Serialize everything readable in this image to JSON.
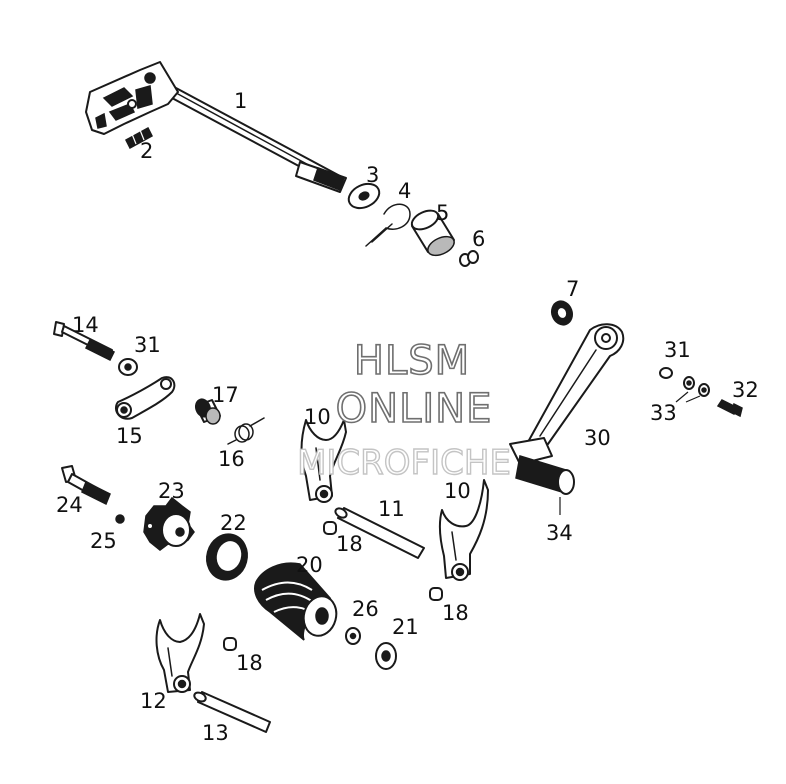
{
  "watermark": {
    "line1": "HLSM",
    "line2": "ONLINE",
    "line3": "MICROFICHE"
  },
  "callouts": [
    {
      "id": "1",
      "label": "1"
    },
    {
      "id": "2",
      "label": "2"
    },
    {
      "id": "3",
      "label": "3"
    },
    {
      "id": "4",
      "label": "4"
    },
    {
      "id": "5",
      "label": "5"
    },
    {
      "id": "6",
      "label": "6"
    },
    {
      "id": "7",
      "label": "7"
    },
    {
      "id": "10a",
      "label": "10"
    },
    {
      "id": "10b",
      "label": "10"
    },
    {
      "id": "11",
      "label": "11"
    },
    {
      "id": "12",
      "label": "12"
    },
    {
      "id": "13",
      "label": "13"
    },
    {
      "id": "14",
      "label": "14"
    },
    {
      "id": "15",
      "label": "15"
    },
    {
      "id": "16",
      "label": "16"
    },
    {
      "id": "17",
      "label": "17"
    },
    {
      "id": "18a",
      "label": "18"
    },
    {
      "id": "18b",
      "label": "18"
    },
    {
      "id": "18c",
      "label": "18"
    },
    {
      "id": "20",
      "label": "20"
    },
    {
      "id": "21",
      "label": "21"
    },
    {
      "id": "22",
      "label": "22"
    },
    {
      "id": "23",
      "label": "23"
    },
    {
      "id": "24",
      "label": "24"
    },
    {
      "id": "25",
      "label": "25"
    },
    {
      "id": "26",
      "label": "26"
    },
    {
      "id": "30",
      "label": "30"
    },
    {
      "id": "31a",
      "label": "31"
    },
    {
      "id": "31b",
      "label": "31"
    },
    {
      "id": "32",
      "label": "32"
    },
    {
      "id": "33",
      "label": "33"
    },
    {
      "id": "34",
      "label": "34"
    }
  ]
}
